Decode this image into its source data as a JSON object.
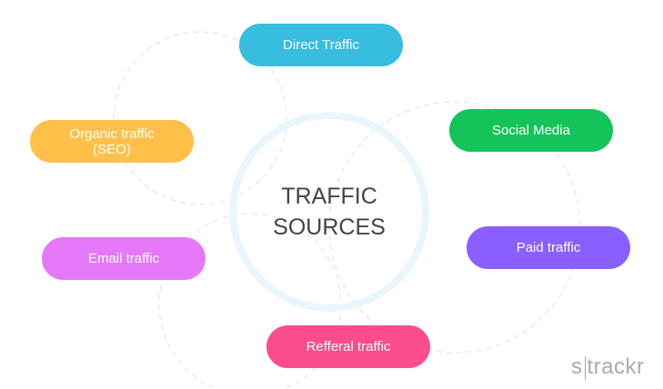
{
  "center": {
    "line1": "TRAFFIC",
    "line2": "SOURCES"
  },
  "sources": [
    {
      "label": "Direct Traffic",
      "color": "#36bde0"
    },
    {
      "label": "Social Media",
      "color": "#14c45a"
    },
    {
      "label": "Organic traffic",
      "label2": "(SEO)",
      "color": "#ffc04a"
    },
    {
      "label": "Paid traffic",
      "color": "#8a5fff"
    },
    {
      "label": "Email traffic",
      "color": "#e578f8"
    },
    {
      "label": "Refferal traffic",
      "color": "#fb4d8b"
    }
  ],
  "logo": {
    "left": "s",
    "right": "trackr"
  }
}
